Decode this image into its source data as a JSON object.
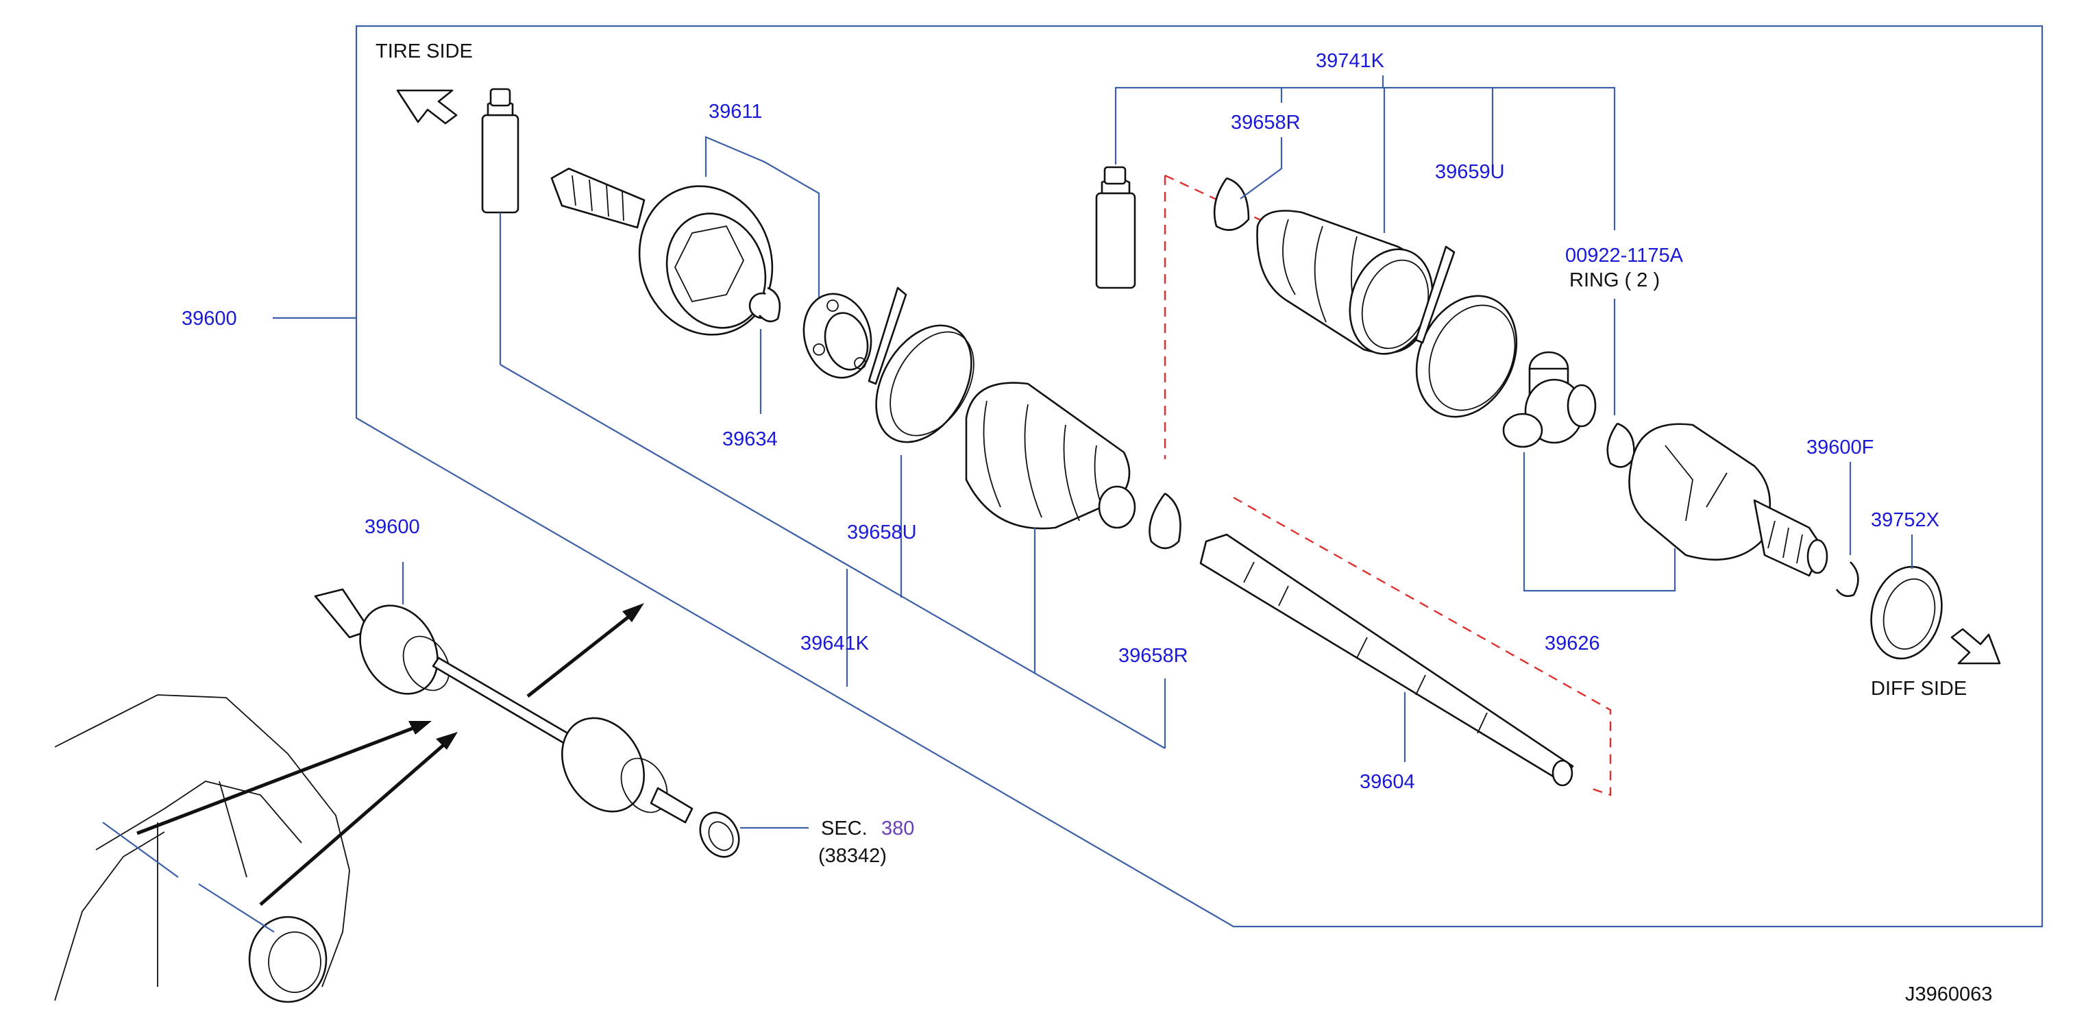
{
  "title": "",
  "diagram_id": "J3960063",
  "orientation": {
    "tire_side": "TIRE   SIDE",
    "diff_side": "DIFF   SIDE"
  },
  "callouts": {
    "assembly": "39600",
    "assembly_inset": "39600",
    "joint_outer": "39611",
    "circlip_outer": "39634",
    "band_outer": "39658U",
    "boot_kit_outer": "39641K",
    "band_small_outer": "39658R",
    "shaft": "39604",
    "boot_kit_inner": "39741K",
    "band_small_inner": "39658R",
    "band_inner": "39659U",
    "ring_part": "00922-1175A",
    "ring_label": "RING   ( 2 )",
    "joint_inner": "39626",
    "joint_diff": "39600F",
    "seal": "39752X",
    "sec_prefix": "SEC.",
    "sec_num": "380",
    "sec_sub": "(38342)"
  },
  "colors": {
    "callout_text": "#1a1ad6",
    "leader_line": "#3a5fa8",
    "dashed_line": "#e0302e",
    "section_ref": "#6a3fb5"
  }
}
